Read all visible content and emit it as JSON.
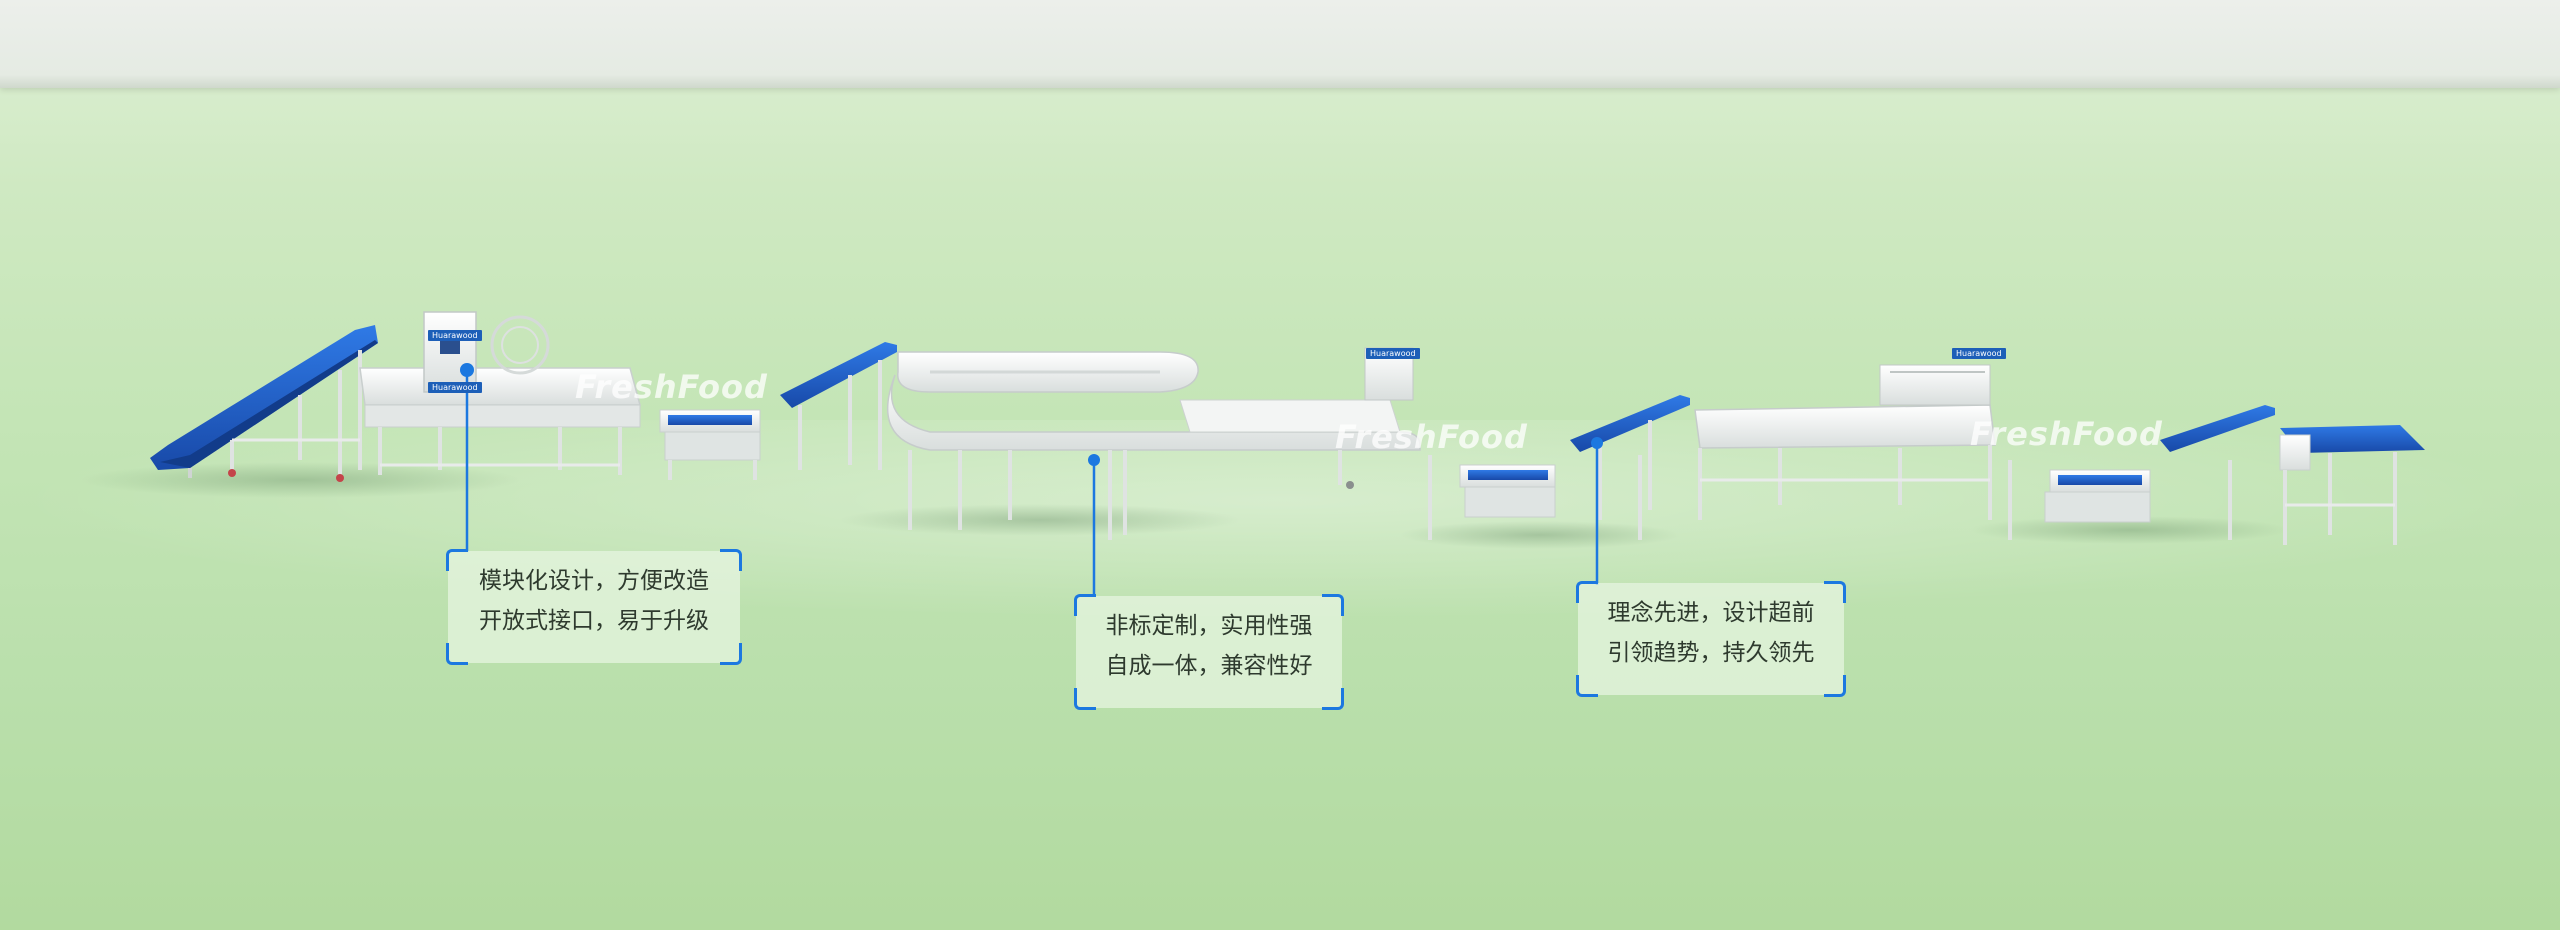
{
  "watermarks": [
    "FreshFood",
    "FreshFood",
    "FreshFood"
  ],
  "brand_plates": [
    "Huarawood",
    "Huarawood",
    "Huarawood",
    "Huarawood"
  ],
  "callouts": [
    {
      "line1": "模块化设计，方便改造",
      "line2": "开放式接口，易于升级"
    },
    {
      "line1": "非标定制，实用性强",
      "line2": "自成一体，兼容性好"
    },
    {
      "line1": "理念先进，设计超前",
      "line2": "引领趋势，持久领先"
    }
  ],
  "colors": {
    "accent_blue": "#1c78e0",
    "belt_blue": "#1f5fd0",
    "steel": "#eef1f0",
    "background_green": "#c4e5b6"
  }
}
